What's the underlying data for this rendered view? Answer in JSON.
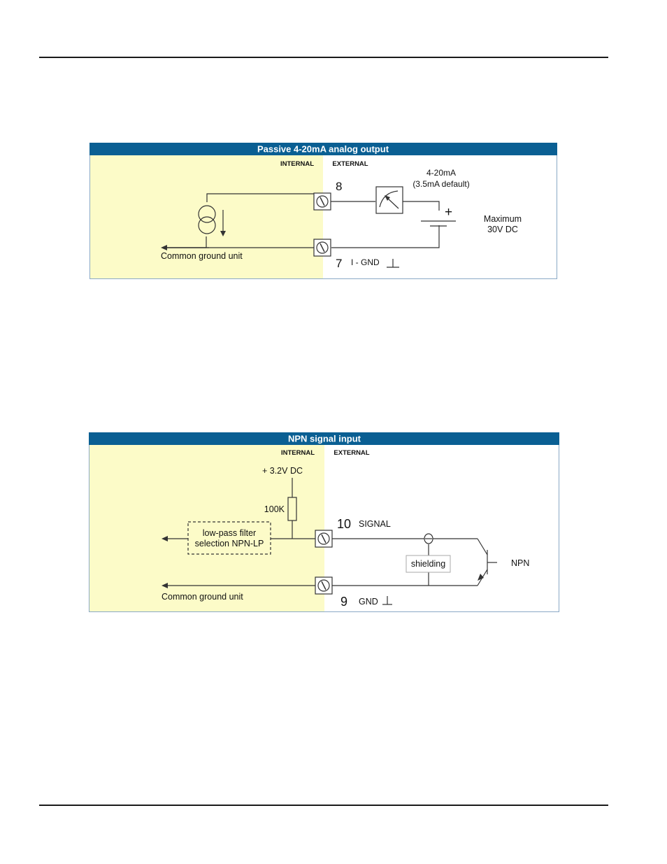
{
  "colors": {
    "header": "#0a5f93",
    "internal_bg": "#fcfbc8",
    "external_bg": "#ffffff",
    "wire": "#333333",
    "border": "#8aa9c6"
  },
  "diagram1": {
    "title": "Passive 4-20mA analog output",
    "internal_label": "INTERNAL",
    "external_label": "EXTERNAL",
    "terminal_top": "8",
    "terminal_bottom": "7",
    "gnd_label": "I - GND",
    "meter_label_1": "4-20mA",
    "meter_label_2": "(3.5mA default)",
    "plus_sign": "+",
    "supply_label_1": "Maximum",
    "supply_label_2": "30V DC",
    "common_ground": "Common ground unit"
  },
  "diagram2": {
    "title": "NPN signal input",
    "internal_label": "INTERNAL",
    "external_label": "EXTERNAL",
    "supply_label": "+ 3.2V DC",
    "resistor_label": "100K",
    "filter_label_1": "low-pass filter",
    "filter_label_2": "selection NPN-LP",
    "terminal_top": "10",
    "signal_label": "SIGNAL",
    "shielding_label": "shielding",
    "npn_label": "NPN",
    "terminal_bottom": "9",
    "gnd_label": "GND",
    "common_ground": "Common ground unit"
  }
}
